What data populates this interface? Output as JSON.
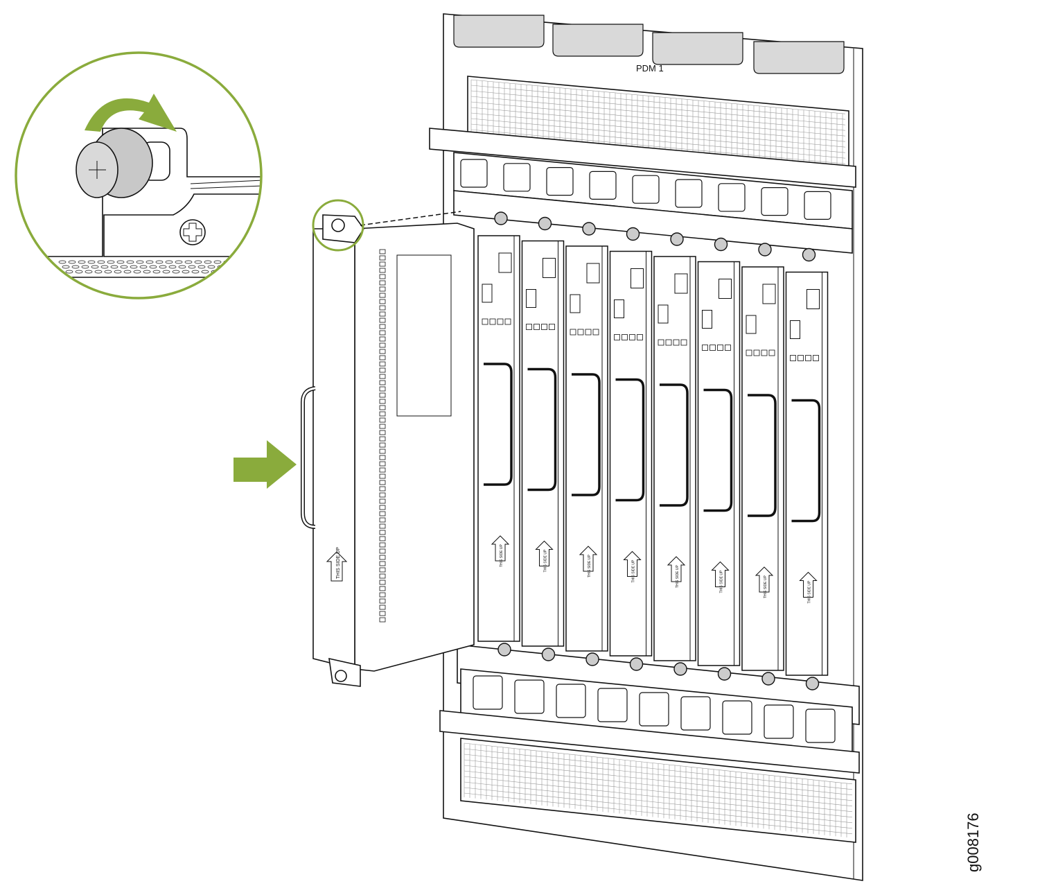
{
  "diagram": {
    "title_label": "PDM 1",
    "module_label": "THIS SIDE UP",
    "figure_id": "g008176",
    "installed_module_count": 8,
    "colors": {
      "accent": "#8aab3c",
      "panel": "#d9d9d9",
      "line": "#111111"
    }
  }
}
